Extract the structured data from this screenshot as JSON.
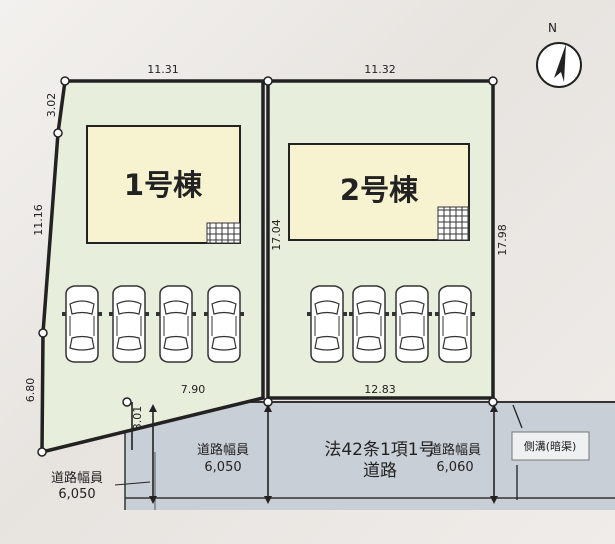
{
  "compass": {
    "label": "N"
  },
  "lots": [
    {
      "name": "1号棟",
      "dims": {
        "top": "11.31",
        "top_left": "3.02",
        "left_upper": "11.16",
        "left_lower": "6.80",
        "bottom": "7.90"
      }
    },
    {
      "name": "2号棟",
      "dims": {
        "top": "11.32",
        "left": "17.04",
        "right": "17.98",
        "bottom": "12.83"
      }
    }
  ],
  "road": {
    "setback": "3.01",
    "title_line1": "法42条1項1号",
    "title_line2": "道路",
    "widths": [
      {
        "label": "道路幅員",
        "value": "6,050"
      },
      {
        "label": "道路幅員",
        "value": "6,060"
      },
      {
        "label": "道路幅員",
        "value": "6,050"
      }
    ],
    "gutter_label": "側溝(暗渠)"
  },
  "colors": {
    "lot_fill": "#e8eedc",
    "building_fill": "#f7f2cf",
    "road_fill": "#c9cfd6",
    "outline": "#222222"
  }
}
